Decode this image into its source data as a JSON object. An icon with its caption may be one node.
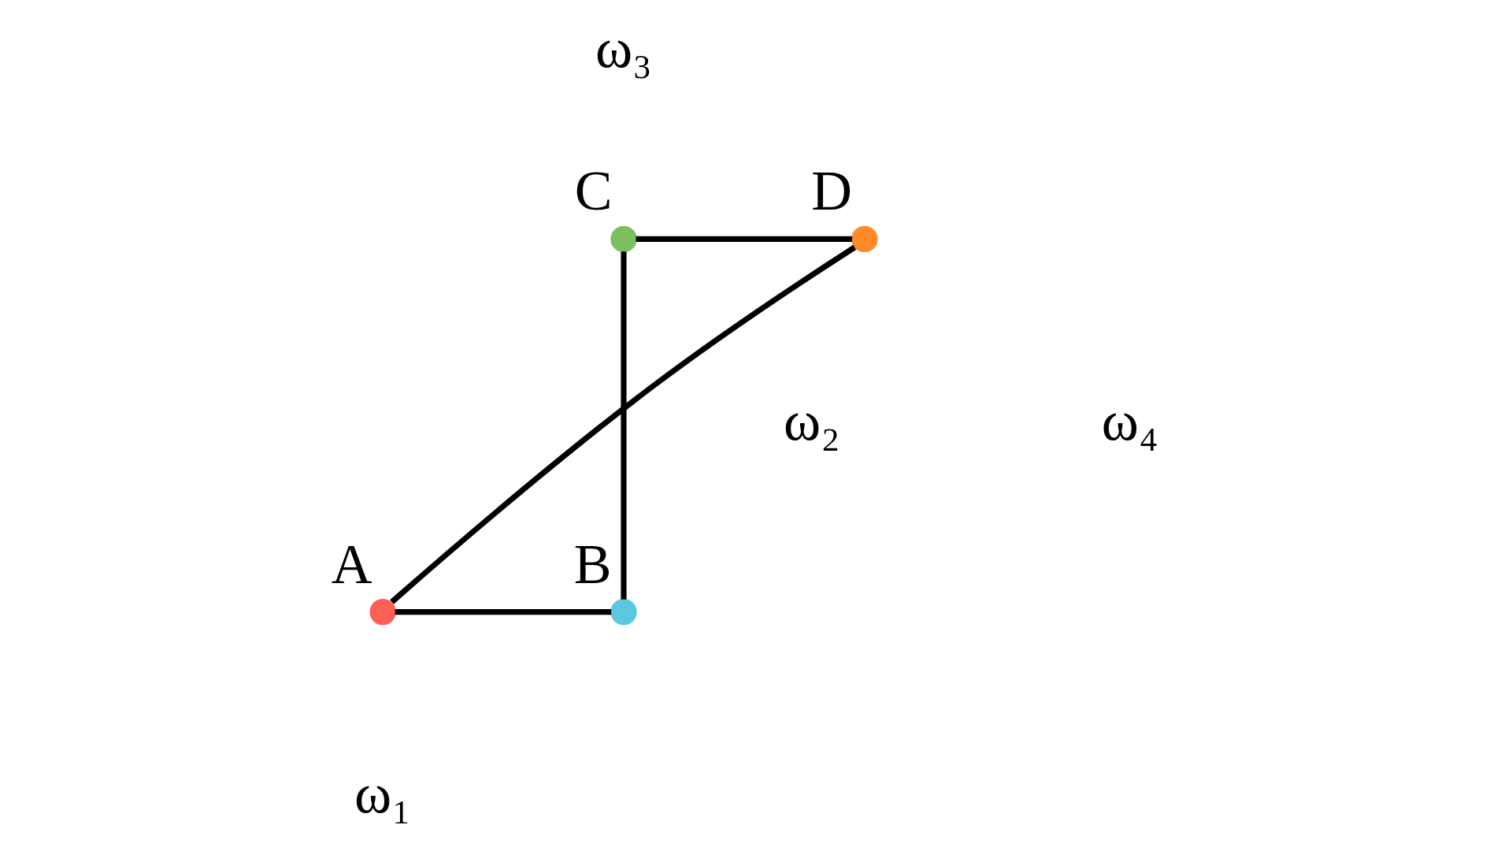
{
  "diagram": {
    "nodes": [
      {
        "text": [],
        "shape": "circle",
        "beside": [
          "D"
        ]
      },
      {
        "text": [],
        "shape": "circle",
        "beside": [
          "C"
        ]
      },
      {
        "text": [],
        "shape": "circle",
        "beside": [
          "A"
        ]
      },
      {
        "text": [],
        "shape": "circle",
        "beside": [
          "B"
        ]
      }
    ],
    "edges": [
      {
        "from": 2,
        "to": 3,
        "arrow": "none"
      },
      {
        "from": 3,
        "to": 1,
        "arrow": "none"
      },
      {
        "from": 1,
        "to": 0,
        "arrow": "none"
      },
      {
        "from": 0,
        "to": 2,
        "arrow": "none"
      }
    ],
    "labels": [
      "ω₃",
      "ω₄",
      "ω₂",
      "ω₁"
    ]
  }
}
